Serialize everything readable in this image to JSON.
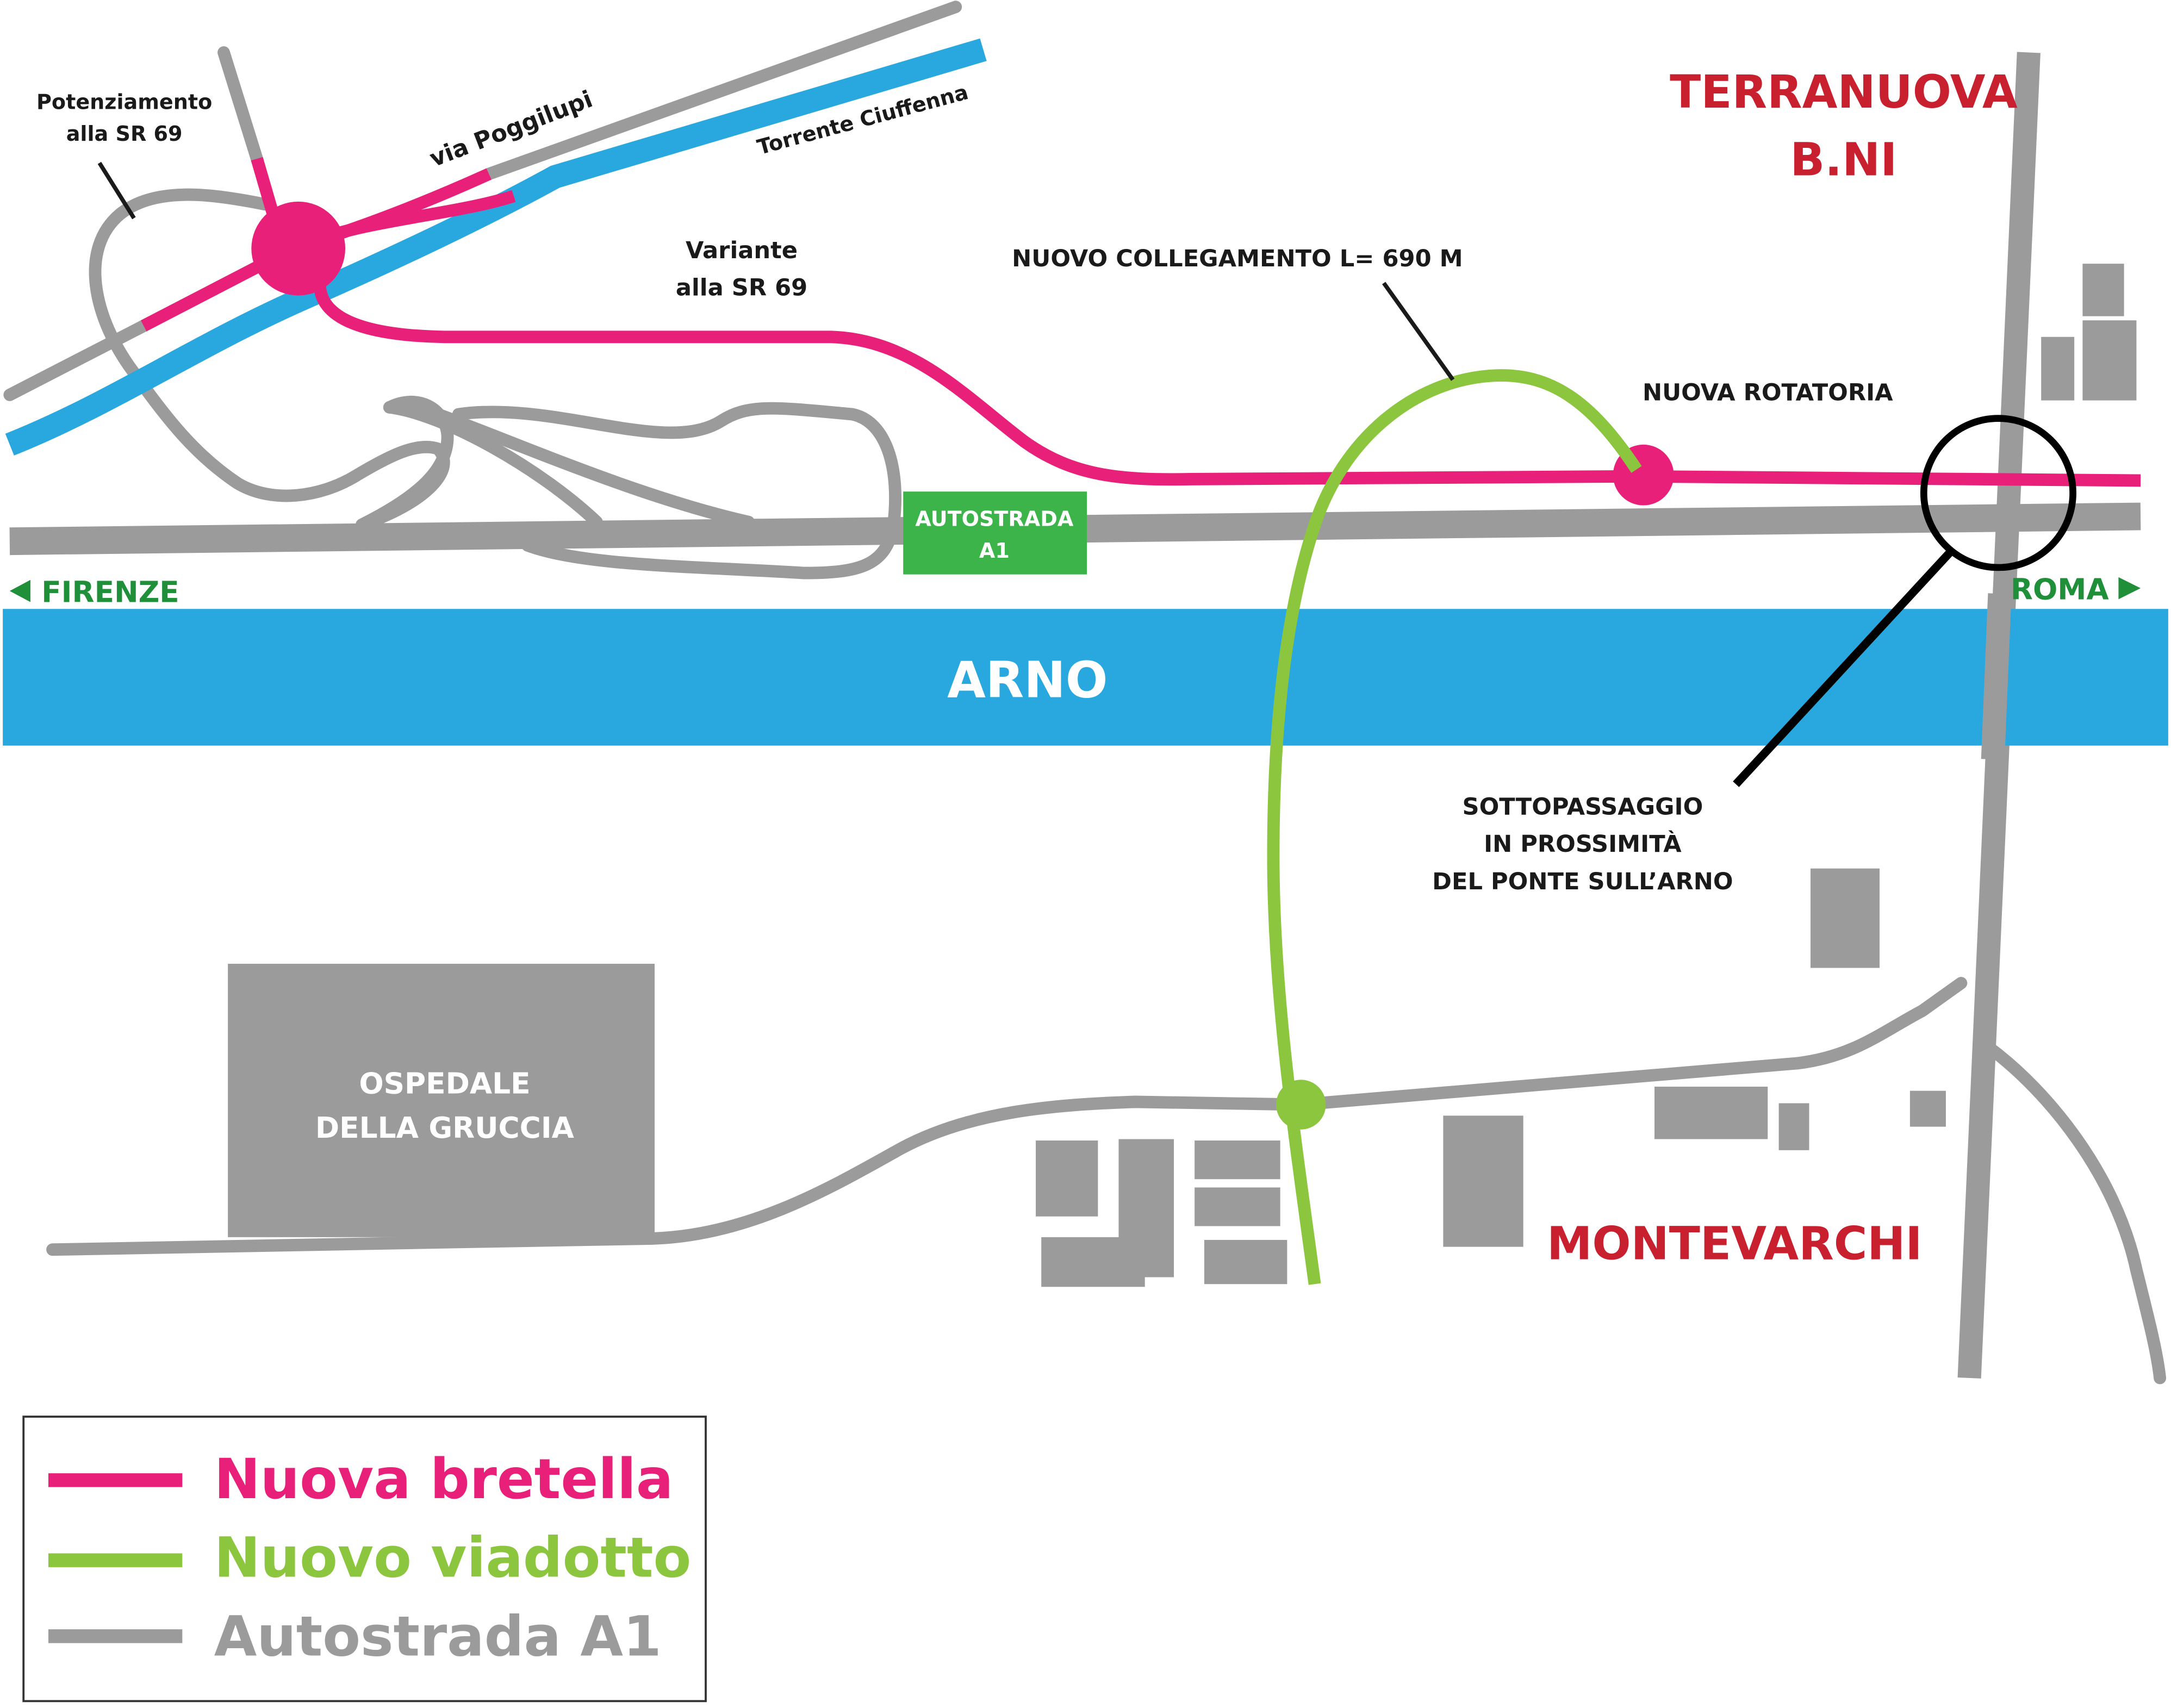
{
  "labels": {
    "potenziamento_line1": "Potenziamento",
    "potenziamento_line2": "alla SR 69",
    "via_poggilupi": "via Poggilupi",
    "torrente": "Torrente Ciuffenna",
    "variante_line1": "Variante",
    "variante_line2": "alla SR 69",
    "nuovo_collegamento": "NUOVO COLLEGAMENTO L= 690 M",
    "nuova_rotatoria": "NUOVA ROTATORIA",
    "terranuova_line1": "TERRANUOVA",
    "terranuova_line2": "B.NI",
    "autostrada_sign_line1": "AUTOSTRADA",
    "autostrada_sign_line2": "A1",
    "firenze": "FIRENZE",
    "roma": "ROMA",
    "arno": "ARNO",
    "sottopassaggio_line1": "SOTTOPASSAGGIO",
    "sottopassaggio_line2": "IN PROSSIMITÀ",
    "sottopassaggio_line3": "DEL PONTE SULL’ARNO",
    "ospedale_line1": "OSPEDALE",
    "ospedale_line2": "DELLA GRUCCIA",
    "montevarchi": "MONTEVARCHI"
  },
  "legend": {
    "items": [
      {
        "label": "Nuova bretella",
        "color": "#e8207a"
      },
      {
        "label": "Nuovo viadotto",
        "color": "#8cc63f"
      },
      {
        "label": "Autostrada A1",
        "color": "#9b9b9b"
      }
    ]
  },
  "colors": {
    "bretella": "#e8207a",
    "viadotto": "#8cc63f",
    "autostrada": "#9b9b9b",
    "water": "#29a8e0",
    "sign_green": "#3cb44a",
    "city_red": "#c8202f",
    "direction_green": "#1f8f3a",
    "buildings": "#9b9b9b"
  },
  "icons": {
    "firenze_arrow": "triangle-left-icon",
    "roma_arrow": "triangle-right-icon"
  }
}
